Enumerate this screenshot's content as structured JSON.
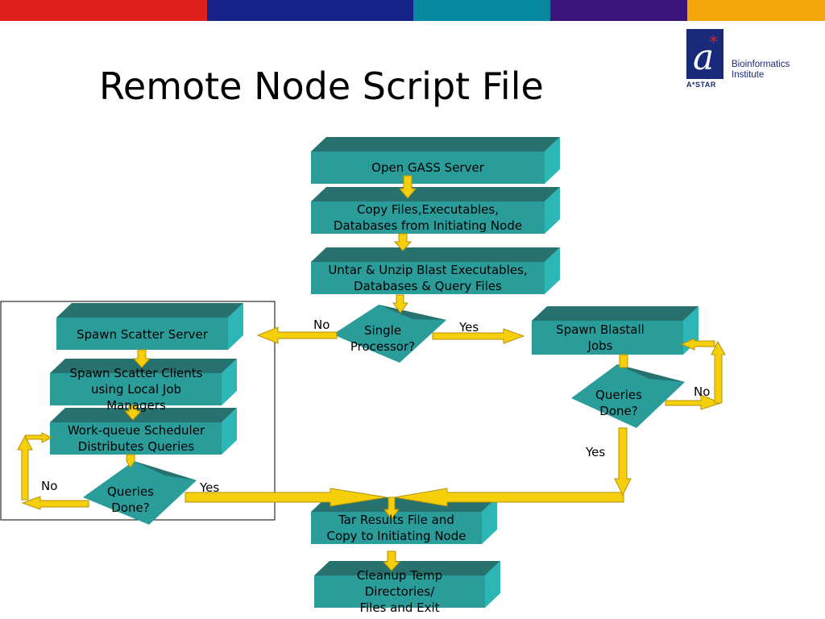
{
  "title": "Remote Node Script File",
  "logo": {
    "line1": "Bioinformatics",
    "line2": "Institute",
    "mark": "A*STAR"
  },
  "colors": {
    "band": [
      "#e0201a",
      "#16228a",
      "#06899e",
      "#3c157a",
      "#f5a60a"
    ],
    "box_front": "#2a9d9b",
    "box_top": "#27716f",
    "box_side": "#2cb6b5",
    "arrow": "#f5cf0a",
    "arrow_edge": "#b5920a"
  },
  "nodes": {
    "open_gass": "Open GASS Server",
    "copy_files": [
      "Copy Files,Executables,",
      "Databases from Initiating Node"
    ],
    "untar": [
      "Untar & Unzip Blast Executables,",
      "Databases & Query Files"
    ],
    "single_processor": [
      "Single",
      "Processor?"
    ],
    "spawn_scatter_server": "Spawn Scatter Server",
    "spawn_scatter_clients": [
      "Spawn Scatter Clients",
      "using Local Job",
      "Managers"
    ],
    "work_queue": [
      "Work-queue Scheduler",
      "Distributes Queries"
    ],
    "queries_done_left": [
      "Queries",
      "Done?"
    ],
    "spawn_blastall": [
      "Spawn Blastall",
      "Jobs"
    ],
    "queries_done_right": [
      "Queries",
      "Done?"
    ],
    "tar_results": [
      "Tar Results File and",
      "Copy to Initiating Node"
    ],
    "cleanup": [
      "Cleanup Temp",
      "Directories/",
      "Files and Exit"
    ]
  },
  "edge_labels": {
    "single_no": "No",
    "single_yes": "Yes",
    "right_no": "No",
    "right_yes": "Yes",
    "left_no": "No",
    "left_yes": "Yes"
  }
}
